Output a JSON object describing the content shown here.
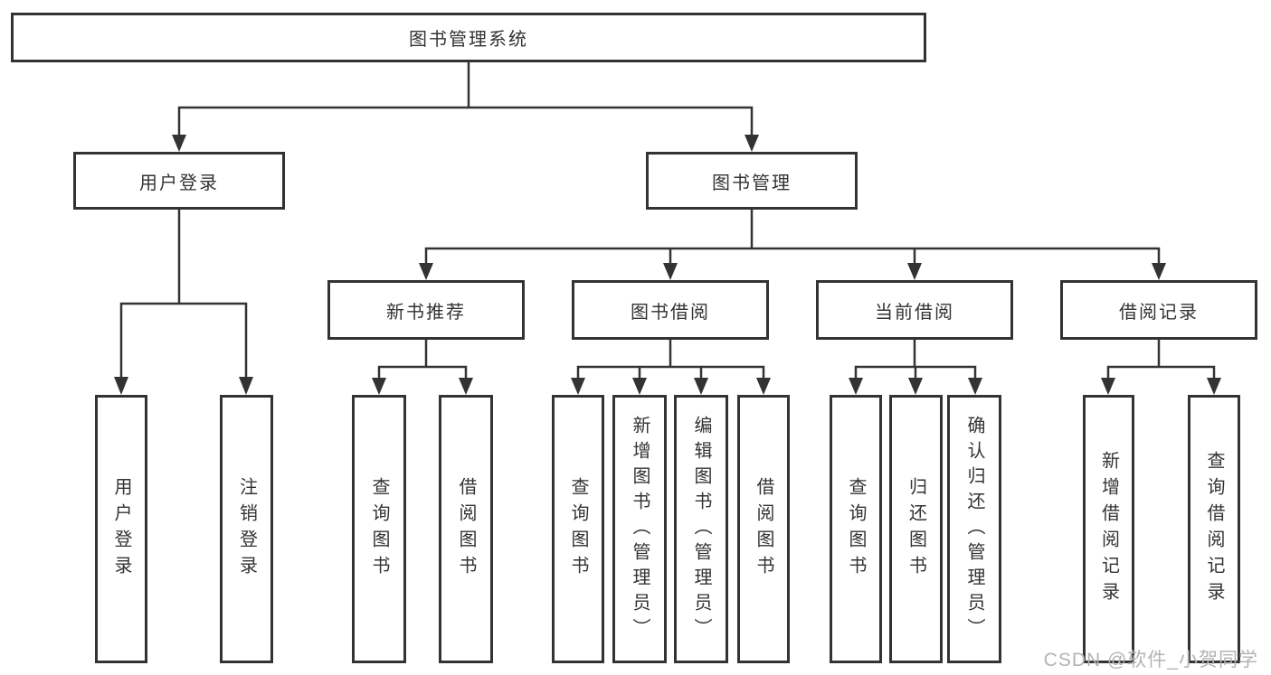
{
  "diagram": {
    "nodes": {
      "root": {
        "label": "图书管理系统"
      },
      "level2": [
        {
          "label": "用户登录"
        },
        {
          "label": "图书管理"
        }
      ],
      "level3": [
        {
          "label": "新书推荐"
        },
        {
          "label": "图书借阅"
        },
        {
          "label": "当前借阅"
        },
        {
          "label": "借阅记录"
        }
      ],
      "leaves": {
        "user_login": [
          "用户登录",
          "注销登录"
        ],
        "new_book_recommend": [
          "查询图书",
          "借阅图书"
        ],
        "book_borrowing": [
          "查询图书",
          "新增图书（管理员）",
          "编辑图书（管理员）",
          "借阅图书"
        ],
        "current_borrowing": [
          "查询图书",
          "归还图书",
          "确认归还（管理员）"
        ],
        "borrowing_records": [
          "新增借阅记录",
          "查询借阅记录"
        ]
      }
    },
    "colors": {
      "line": "#333333",
      "text": "#333333",
      "background": "#ffffff",
      "watermark": "#b3b3b3"
    }
  },
  "watermark": {
    "text": "CSDN @软件_小贺同学"
  }
}
